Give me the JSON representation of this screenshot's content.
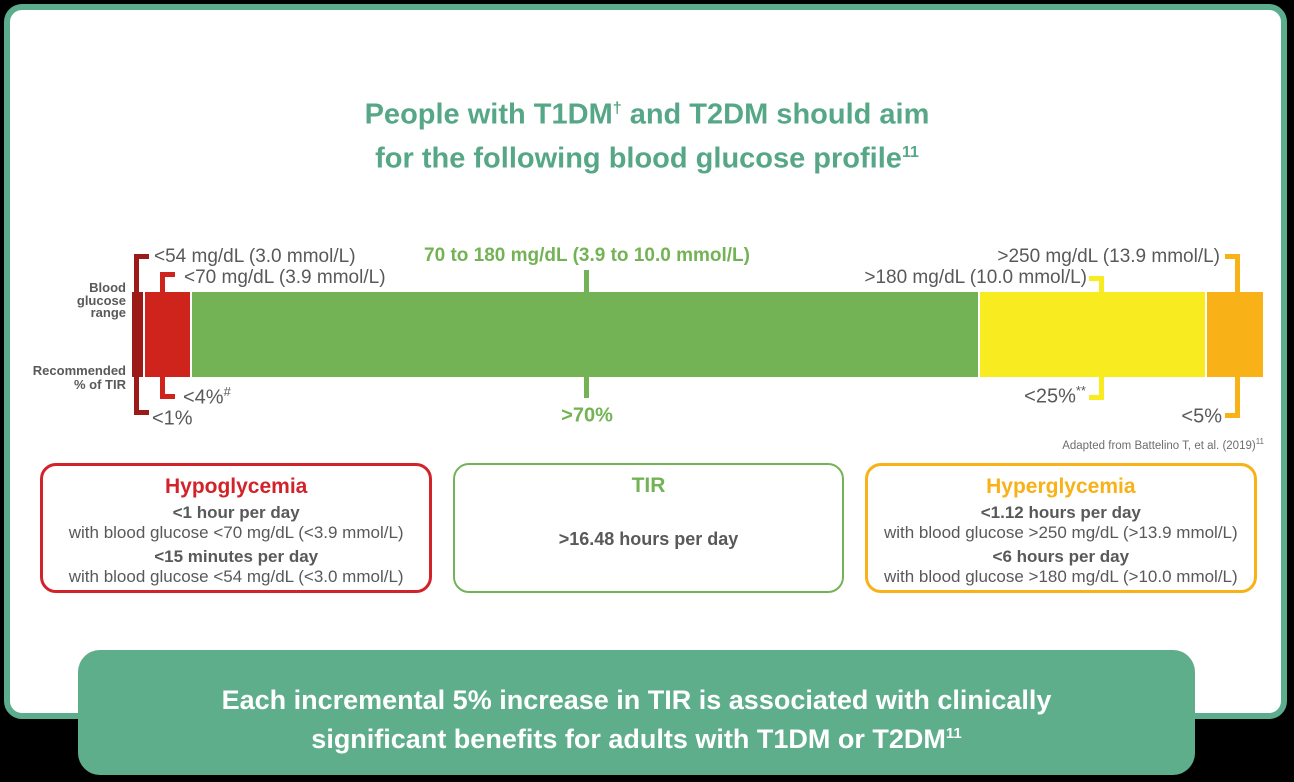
{
  "colors": {
    "teal_border": "#5BAD8D",
    "title_text": "#56A787",
    "dark_red": "#9A1B17",
    "red": "#CE241C",
    "green": "#74B355",
    "yellow": "#F8EC20",
    "orange": "#F8B117",
    "text_gray": "#58595B",
    "banner_bg": "#5EAE8C"
  },
  "title": {
    "line1_a": "People with T1DM",
    "line1_sup": "†",
    "line1_b": " and T2DM should aim",
    "line2_a": "for the following blood glucose profile",
    "line2_sup": "11"
  },
  "chart": {
    "row_label_top": [
      "Blood",
      "glucose",
      "range"
    ],
    "row_label_bottom": [
      "Recommended",
      "% of TIR"
    ],
    "attribution": {
      "text": "Adapted from Battelino T, et al. (2019)",
      "sup": "11"
    }
  },
  "chart_data": {
    "type": "bar",
    "orientation": "horizontal-stacked",
    "title": "Recommended blood glucose ranges and % of time in range (TIR)",
    "axis_top_label": "Blood glucose range",
    "axis_bottom_label": "Recommended % of TIR",
    "segments": [
      {
        "name": "very-low-glucose",
        "range_label": "<54 mg/dL (3.0 mmol/L)",
        "tir_label": "<1%",
        "tir_label_sup": "",
        "pct": 1,
        "color": "#9A1B17"
      },
      {
        "name": "low-glucose",
        "range_label": "<70 mg/dL (3.9 mmol/L)",
        "tir_label": "<4%",
        "tir_label_sup": "#",
        "pct": 4,
        "color": "#CE241C"
      },
      {
        "name": "in-range-glucose",
        "range_label": "70 to 180 mg/dL (3.9 to 10.0 mmol/L)",
        "tir_label": ">70%",
        "tir_label_sup": "",
        "pct": 70,
        "color": "#74B355"
      },
      {
        "name": "high-glucose",
        "range_label": ">180 mg/dL (10.0 mmol/L)",
        "tir_label": "<25%",
        "tir_label_sup": "**",
        "pct": 20,
        "color": "#F8EC20"
      },
      {
        "name": "very-high-glucose",
        "range_label": ">250 mg/dL (13.9 mmol/L)",
        "tir_label": "<5%",
        "tir_label_sup": "",
        "pct": 5,
        "color": "#F8B117"
      }
    ]
  },
  "boxes": {
    "hypoglycemia": {
      "title": "Hypoglycemia",
      "rows": [
        {
          "bold": "<1 hour per day",
          "normal": "with blood glucose <70 mg/dL (<3.9 mmol/L)"
        },
        {
          "bold": "<15 minutes per day",
          "normal": "with blood glucose <54 mg/dL (<3.0 mmol/L)"
        }
      ]
    },
    "tir": {
      "title": "TIR",
      "value": ">16.48 hours per day"
    },
    "hyperglycemia": {
      "title": "Hyperglycemia",
      "rows": [
        {
          "bold": "<1.12 hours per day",
          "normal": "with blood glucose >250 mg/dL (>13.9 mmol/L)"
        },
        {
          "bold": "<6 hours per day",
          "normal": "with blood glucose >180 mg/dL (>10.0 mmol/L)"
        }
      ]
    }
  },
  "banner": {
    "line1": "Each incremental 5% increase in TIR is associated with clinically",
    "line2_a": "significant benefits for adults with T1DM or T2DM",
    "line2_sup": "11"
  }
}
